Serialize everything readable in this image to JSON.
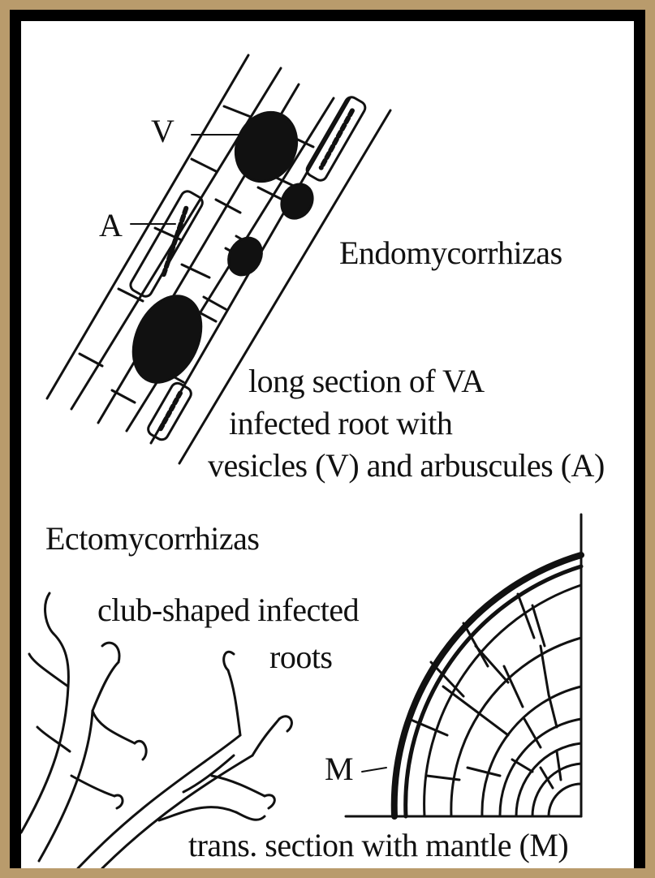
{
  "labels": {
    "vesicle_marker": "V",
    "arbuscule_marker": "A",
    "endo_title": "Endomycorrhizas",
    "long_section_line1": "long section of VA",
    "long_section_line2": "infected root with",
    "long_section_line3": "vesicles (V) and arbuscules (A)",
    "ecto_title": "Ectomycorrhizas",
    "club_line1": "club-shaped infected",
    "club_line2": "roots",
    "mantle_marker": "M",
    "trans_caption": "trans. section with mantle (M)"
  },
  "colors": {
    "frame": "#b99b6c",
    "border": "#000000",
    "background": "#ffffff",
    "ink": "#111111"
  }
}
